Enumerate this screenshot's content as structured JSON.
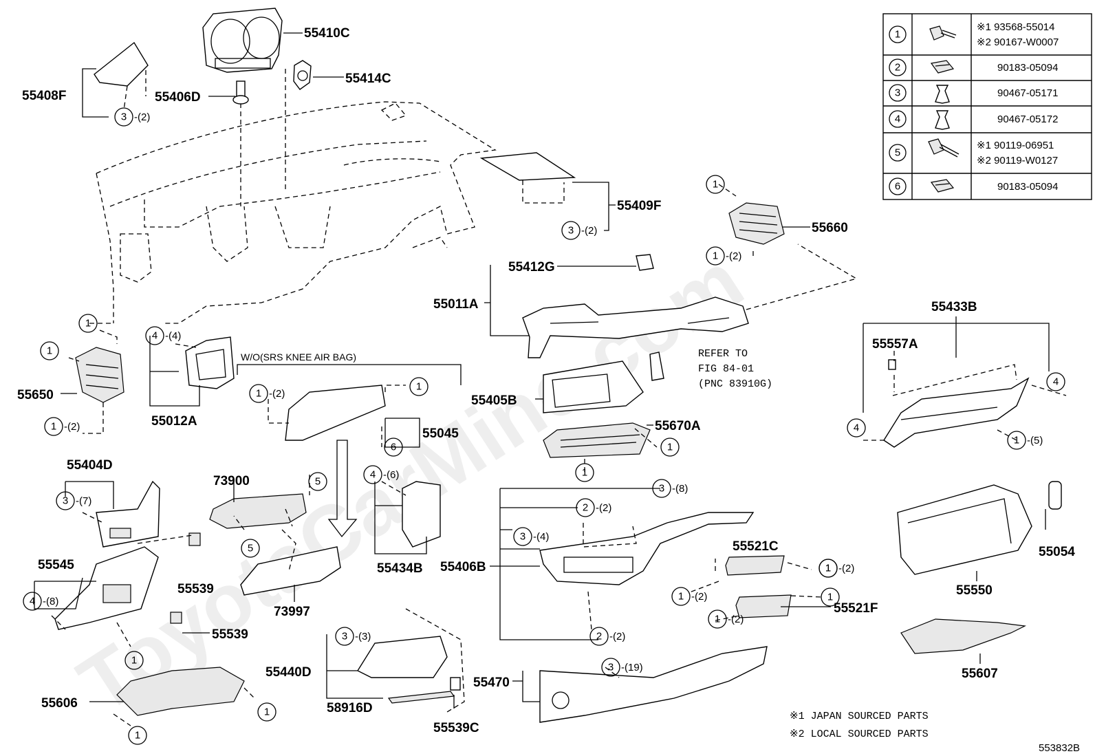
{
  "watermark": "ToyotaCarMine.com",
  "diagram_code": "553832B",
  "notes": [
    "※1 JAPAN SOURCED PARTS",
    "※2 LOCAL SOURCED PARTS"
  ],
  "wo_note": "W/O(SRS KNEE AIR BAG)",
  "refer_note": [
    "REFER TO",
    "FIG 84-01",
    "(PNC 83910G)"
  ],
  "fastener_table": [
    {
      "no": "1",
      "icon": "bolt-icon",
      "parts": [
        "※1 93568-55014",
        "※2 90167-W0007"
      ]
    },
    {
      "no": "2",
      "icon": "clip-nut-icon",
      "parts": [
        "90183-05094"
      ]
    },
    {
      "no": "3",
      "icon": "push-clip-icon",
      "parts": [
        "90467-05171"
      ]
    },
    {
      "no": "4",
      "icon": "push-clip-icon",
      "parts": [
        "90467-05172"
      ]
    },
    {
      "no": "5",
      "icon": "flange-bolt-icon",
      "parts": [
        "※1 90119-06951",
        "※2 90119-W0127"
      ]
    },
    {
      "no": "6",
      "icon": "clip-nut-icon",
      "parts": [
        "90183-05094"
      ]
    }
  ],
  "part_numbers": {
    "p55410C": "55410C",
    "p55408F": "55408F",
    "p55406D": "55406D",
    "p55414C": "55414C",
    "p55409F": "55409F",
    "p55660": "55660",
    "p55412G": "55412G",
    "p55011A": "55011A",
    "p55433B": "55433B",
    "p55557A": "55557A",
    "p55650": "55650",
    "p55012A": "55012A",
    "p55045": "55045",
    "p55405B": "55405B",
    "p55670A": "55670A",
    "p55404D": "55404D",
    "p73900": "73900",
    "p55434B": "55434B",
    "p55539a": "55539",
    "p55539b": "55539",
    "p55545": "55545",
    "p73997": "73997",
    "p55406B": "55406B",
    "p55521C": "55521C",
    "p55521F": "55521F",
    "p55054": "55054",
    "p55550": "55550",
    "p55440D": "55440D",
    "p58916D": "58916D",
    "p55539C": "55539C",
    "p55470": "55470",
    "p55606": "55606",
    "p55607": "55607"
  },
  "callouts": {
    "c1": {
      "n": "3",
      "q": "-(2)"
    },
    "c2": {
      "n": "3",
      "q": "-(2)"
    },
    "c3": {
      "n": "1",
      "q": ""
    },
    "c4": {
      "n": "1",
      "q": "-(2)"
    },
    "c5": {
      "n": "1",
      "q": ""
    },
    "c6": {
      "n": "1",
      "q": ""
    },
    "c7": {
      "n": "4",
      "q": "-(4)"
    },
    "c8": {
      "n": "1",
      "q": "-(2)"
    },
    "c9": {
      "n": "1",
      "q": "-(2)"
    },
    "c10": {
      "n": "1",
      "q": ""
    },
    "c11": {
      "n": "6",
      "q": ""
    },
    "c12": {
      "n": "1",
      "q": ""
    },
    "c13": {
      "n": "1",
      "q": ""
    },
    "c14": {
      "n": "4",
      "q": ""
    },
    "c15": {
      "n": "4",
      "q": ""
    },
    "c16": {
      "n": "1",
      "q": "-(5)"
    },
    "c17": {
      "n": "3",
      "q": "-(7)"
    },
    "c18": {
      "n": "5",
      "q": ""
    },
    "c19": {
      "n": "5",
      "q": ""
    },
    "c20": {
      "n": "4",
      "q": "-(6)"
    },
    "c21": {
      "n": "3",
      "q": "-(8)"
    },
    "c22": {
      "n": "2",
      "q": "-(2)"
    },
    "c23": {
      "n": "3",
      "q": "-(4)"
    },
    "c24": {
      "n": "2",
      "q": "-(2)"
    },
    "c25": {
      "n": "4",
      "q": "-(8)"
    },
    "c26": {
      "n": "1",
      "q": ""
    },
    "c27": {
      "n": "1",
      "q": "-(2)"
    },
    "c28": {
      "n": "1",
      "q": "-(2)"
    },
    "c29": {
      "n": "1",
      "q": ""
    },
    "c30": {
      "n": "1",
      "q": ""
    },
    "c31": {
      "n": "3",
      "q": "-(3)"
    },
    "c32": {
      "n": "3",
      "q": "-(19)"
    },
    "c33": {
      "n": "1",
      "q": ""
    },
    "c34": {
      "n": "1",
      "q": ""
    },
    "c35": {
      "n": "1",
      "q": "-(2)"
    }
  }
}
